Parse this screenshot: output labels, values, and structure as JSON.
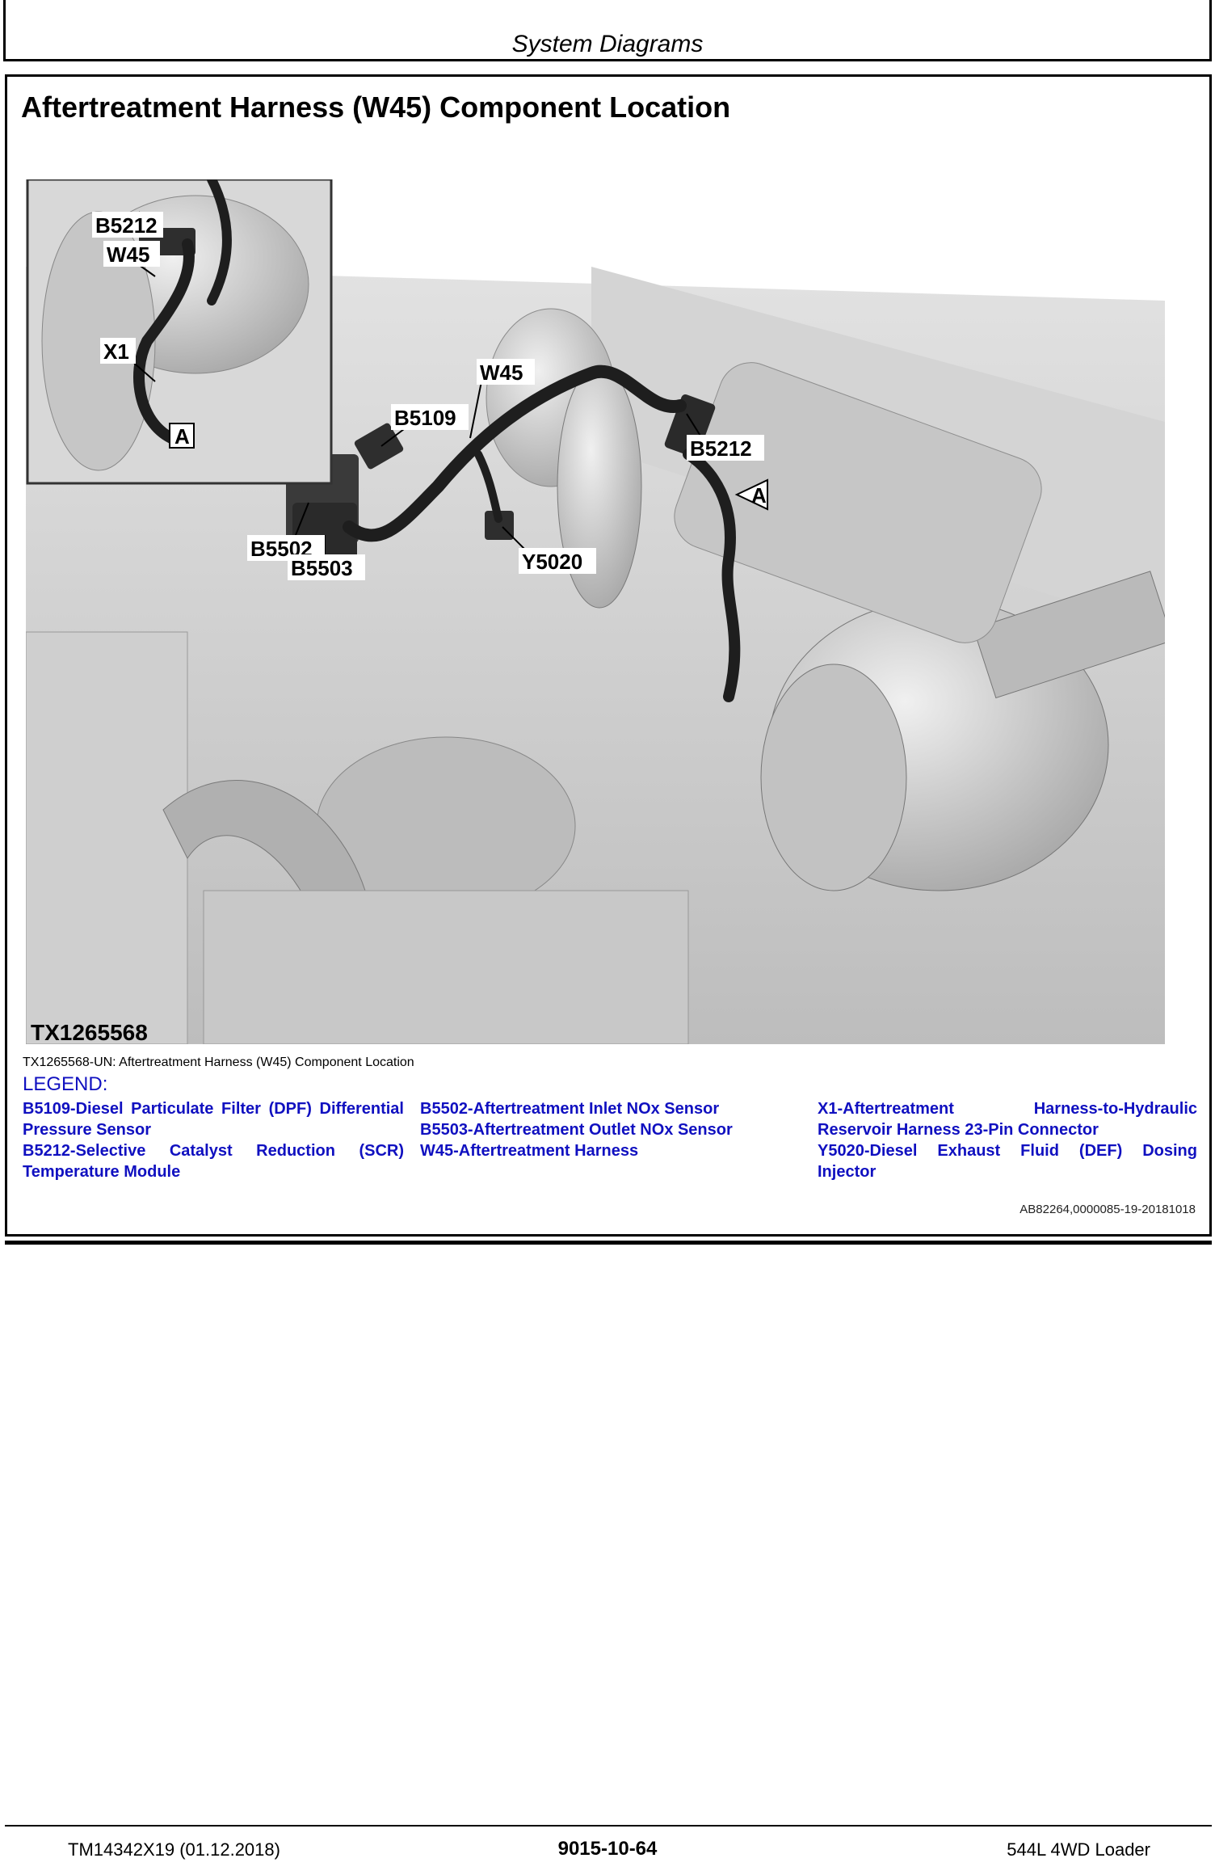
{
  "header": {
    "section": "System Diagrams"
  },
  "title": "Aftertreatment Harness (W45) Component Location",
  "figure": {
    "id": "TX1265568",
    "view_marker": "A",
    "callouts": {
      "b5212_detail": "B5212",
      "w45_detail": "W45",
      "x1_detail": "X1",
      "w45": "W45",
      "b5109": "B5109",
      "b5212": "B5212",
      "b5502": "B5502",
      "b5503": "B5503",
      "y5020": "Y5020"
    }
  },
  "caption": "TX1265568-UN: Aftertreatment Harness (W45) Component Location",
  "legend": {
    "heading": "LEGEND:",
    "col1": [
      "B5109-Diesel Particulate Filter (DPF) Differential Pressure Sensor",
      "B5212-Selective Catalyst Reduction (SCR) Temperature Module"
    ],
    "col2": [
      "B5502-Aftertreatment Inlet NOx Sensor",
      "B5503-Aftertreatment Outlet NOx Sensor",
      "W45-Aftertreatment Harness"
    ],
    "col3": [
      "X1-Aftertreatment Harness-to-Hydraulic Reservoir Harness 23-Pin Connector",
      "Y5020-Diesel Exhaust Fluid (DEF) Dosing Injector"
    ]
  },
  "doc_ref": "AB82264,0000085-19-20181018",
  "footer": {
    "manual": "TM14342X19 (01.12.2018)",
    "page": "9015-10-64",
    "model": "544L 4WD Loader"
  }
}
